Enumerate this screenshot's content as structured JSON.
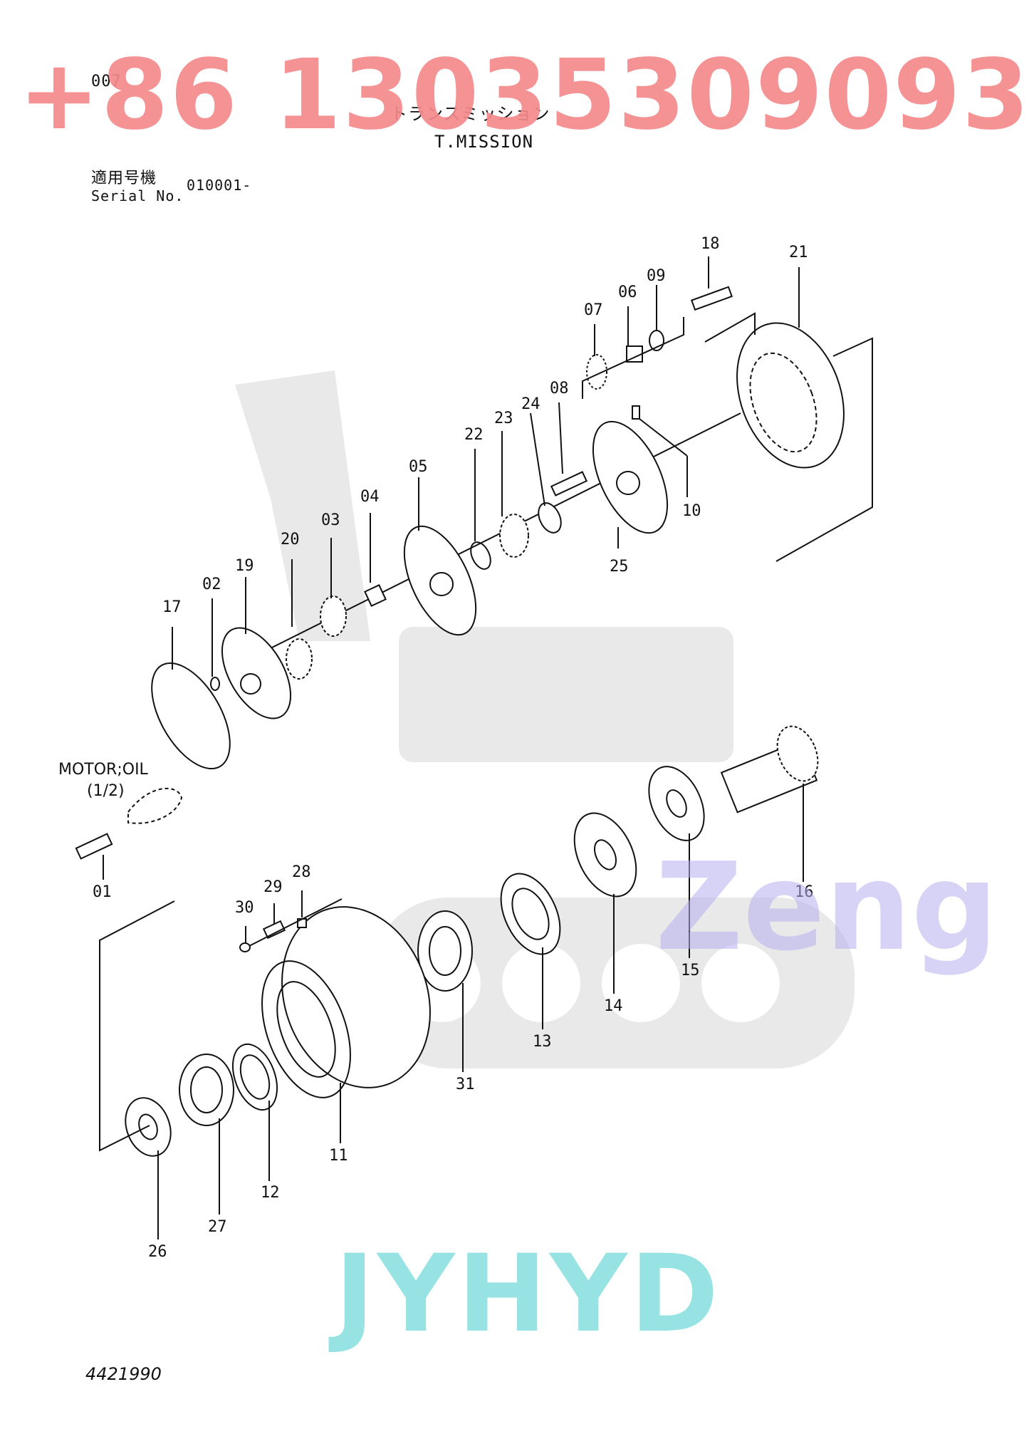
{
  "header": {
    "page_no": "007",
    "title_jp": "トランスミッション",
    "title_en": "T.MISSION",
    "serial_label_jp": "適用号機",
    "serial_label_en": "Serial No.",
    "serial_value": "010001-"
  },
  "motor_note": {
    "line1": "MOTOR;OIL",
    "line2": "(1/2)"
  },
  "footer": {
    "drawing_no": "4421990"
  },
  "watermarks": {
    "phone": "+86 13035309093",
    "zeng": "Zeng",
    "jyhyd": "JYHYD"
  },
  "callouts": {
    "c01": "01",
    "c02": "02",
    "c03": "03",
    "c04": "04",
    "c05": "05",
    "c06": "06",
    "c07": "07",
    "c08": "08",
    "c09": "09",
    "c10": "10",
    "c11": "11",
    "c12": "12",
    "c13": "13",
    "c14": "14",
    "c15": "15",
    "c16": "16",
    "c17": "17",
    "c18": "18",
    "c19": "19",
    "c20": "20",
    "c21": "21",
    "c22": "22",
    "c23": "23",
    "c24": "24",
    "c25": "25",
    "c26": "26",
    "c27": "27",
    "c28": "28",
    "c29": "29",
    "c30": "30",
    "c31": "31"
  },
  "colors": {
    "phone_watermark": "#f4898c",
    "zeng_watermark": "#b7b0f2",
    "jyhyd_watermark": "#86dede",
    "line": "#111111"
  }
}
